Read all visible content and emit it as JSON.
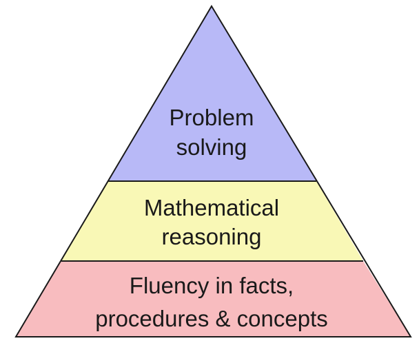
{
  "pyramid": {
    "tiers": [
      {
        "id": "top",
        "lines": [
          "Problem",
          "solving"
        ],
        "color": "#b8b9f7"
      },
      {
        "id": "middle",
        "lines": [
          "Mathematical",
          "reasoning"
        ],
        "color": "#f9f8b6"
      },
      {
        "id": "bottom",
        "lines": [
          "Fluency in facts,",
          "procedures & concepts"
        ],
        "color": "#f8bcbf"
      }
    ],
    "outline_color": "#1a1a1a"
  }
}
